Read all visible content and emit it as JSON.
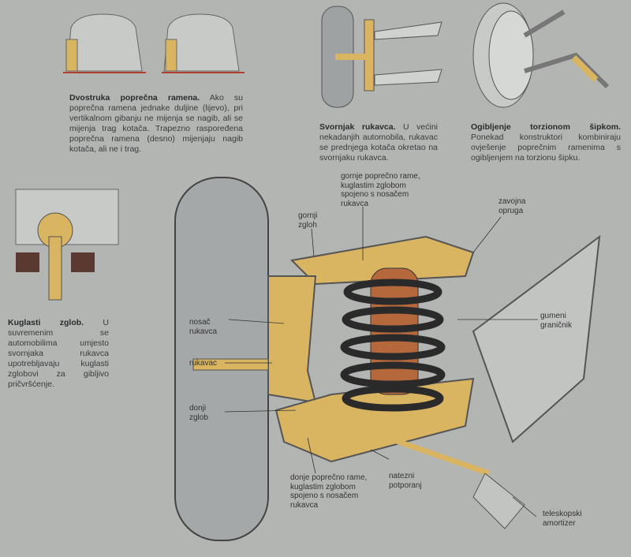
{
  "captions": {
    "double_wishbone": {
      "title": "Dvostruka poprečna ramena.",
      "text": "Ako su poprečna ramena jednake duljine (lijevo), pri vertikalnom gibanju ne mijenja se nagib, ali se mijenja trag kotača. Trapezno raspoređena poprečna ramena (desno) mijenjaju nagib kotača, ali ne i trag."
    },
    "kingpin": {
      "title": "Svornjak rukavca.",
      "text": "U većini nekadanjih automobila, rukavac se prednjega kotača okretao na svornjaku rukavca."
    },
    "torsion": {
      "title": "Ogibljenje torzionom šipkom.",
      "text": "Ponekad konstruktori kombiniraju ovješenje poprečnim ramenima s ogibljenjem na torzionu šipku."
    },
    "ball_joint": {
      "title": "Kuglasti zglob.",
      "text": "U suvremenim se automobilima umjesto svornjaka rukavca upotrebljavaju kuglasti zglobovi za gibljivo pričvršćenje."
    }
  },
  "labels": {
    "upper_arm": "gornje poprečno rame, kuglastim zglobom spojeno s nosačem rukavca",
    "upper_joint": "gornji zgloh",
    "coil_spring": "zavojna opruga",
    "rubber_stop": "gumeni graničnik",
    "knuckle_carrier": "nosač rukavca",
    "stub_axle": "rukavac",
    "lower_joint": "donji zglob",
    "lower_arm": "donje poprečno rame, kuglastim zglobom spojeno s nosačem rukavca",
    "tension_strut": "natezni potporanj",
    "shock_absorber": "teleskopski amortizer"
  },
  "colors": {
    "background": "#b3b5b2",
    "arm": "#d9b461",
    "spring": "#2a2a2a",
    "damper": "#b5683c",
    "tyre": "#9ea2a2"
  }
}
